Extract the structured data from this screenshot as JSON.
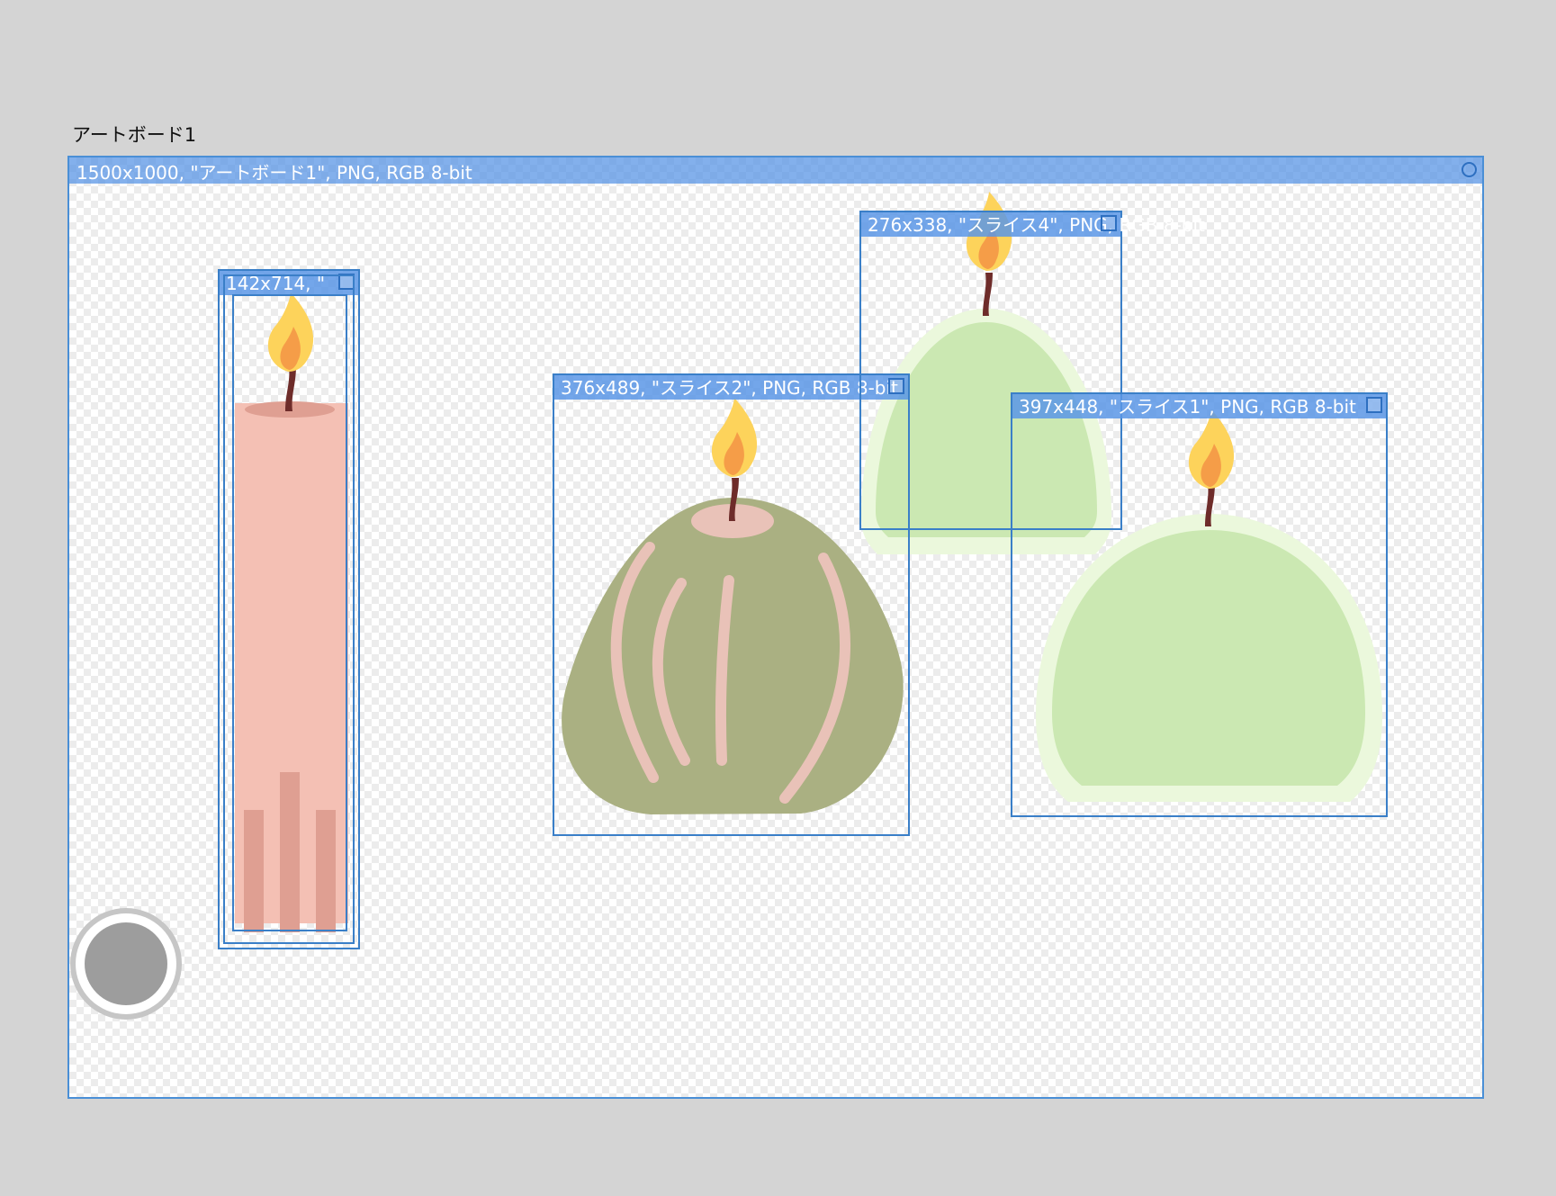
{
  "artboard": {
    "title": "アートボード1",
    "info": "1500x1000, \"アートボード1\", PNG, RGB 8-bit"
  },
  "slices": [
    {
      "id": "slice-pink",
      "label": "142x714, \""
    },
    {
      "id": "slice2",
      "label": "376x489, \"スライス2\", PNG, RGB 8-bit"
    },
    {
      "id": "slice4",
      "label": "276x338, \"スライス4\", PNG, RGB 8-bit"
    },
    {
      "id": "slice1",
      "label": "397x448, \"スライス1\", PNG, RGB 8-bit"
    }
  ],
  "colors": {
    "accent": "#4a8fd6",
    "pink_candle": "#f4c0b4",
    "olive_candle": "#aab082",
    "green_candle": "#cbe8b2",
    "flame": "#fdd35b",
    "wick": "#6e2c2a"
  },
  "icons": [
    "circle-marker-icon",
    "slice-square-icon",
    "round-action-button"
  ]
}
